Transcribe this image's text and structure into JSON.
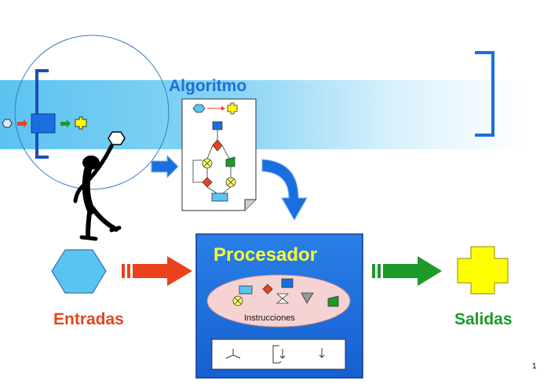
{
  "labels": {
    "algoritmo": "Algoritmo",
    "procesador": "Procesador",
    "entradas": "Entradas",
    "salidas": "Salidas",
    "instrucciones": "Instrucciones",
    "page_number": "1"
  },
  "colors": {
    "band": "#5bc3f0",
    "processor_fill": "#1a6fe0",
    "processor_title": "#ffff33",
    "input_arrow": "#e8431c",
    "output_arrow": "#1c9a2a",
    "input_shape": "#5bc3f0",
    "output_shape": "#ffff00",
    "entradas_text": "#e2461e",
    "salidas_text": "#1c9a2a",
    "algoritmo_text": "#1f6fd6"
  },
  "icons": [
    "hexagon-input-icon",
    "cross-output-icon",
    "stick-figure-icon",
    "flowchart-document-icon",
    "curved-arrow-icon"
  ]
}
